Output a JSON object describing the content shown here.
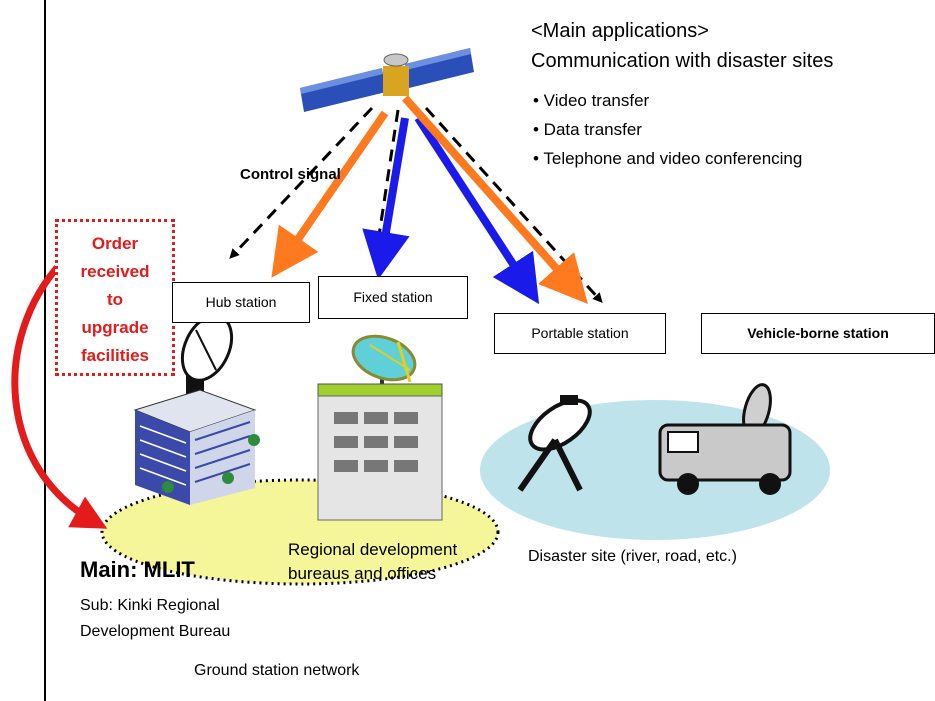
{
  "applications": {
    "title": "<Main applications>",
    "subtitle": "Communication with disaster sites",
    "items": [
      "• Video transfer",
      "• Data transfer",
      "• Telephone and video conferencing"
    ]
  },
  "control_signal": "Control signal",
  "order_box": {
    "lines": [
      "Order",
      "received",
      "to",
      "upgrade",
      "facilities"
    ]
  },
  "stations": {
    "hub": "Hub station",
    "fixed": "Fixed station",
    "portable": "Portable station",
    "vehicle": "Vehicle-borne station"
  },
  "main_org": "Main: MLIT",
  "sub_org": [
    "Sub: Kinki Regional",
    "Development Bureau"
  ],
  "regional_bureaus": [
    "Regional development",
    "bureaus and offices"
  ],
  "disaster_site": "Disaster site (river, road, etc.)",
  "ground_network": "Ground station network",
  "colors": {
    "orange_arrow": "#ff7a1f",
    "blue_arrow": "#1a1aeb",
    "red_accent": "#e31b1b",
    "ellipse_yellow": "#f5f59a",
    "ellipse_cyan": "#bfe3ea"
  }
}
